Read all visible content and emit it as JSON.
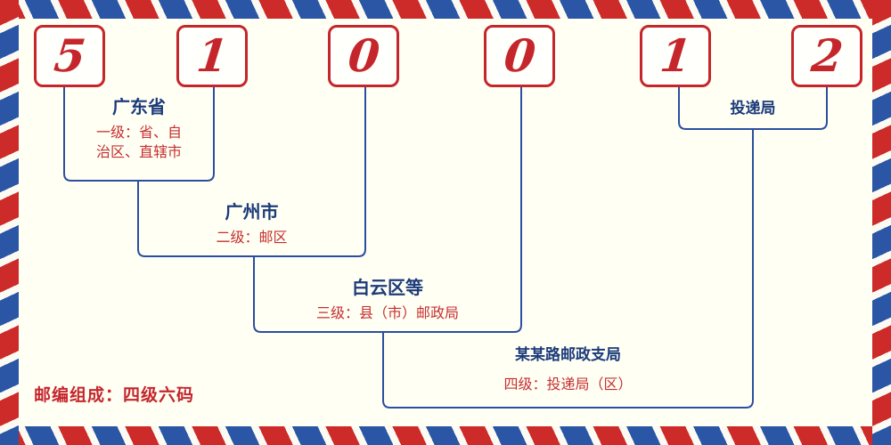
{
  "postal_code": {
    "value": "510012",
    "digits": [
      "5",
      "1",
      "0",
      "0",
      "1",
      "2"
    ]
  },
  "levels": {
    "level1": {
      "title": "广东省",
      "desc_lines": [
        "一级：省、自",
        "治区、直辖市"
      ]
    },
    "level2": {
      "title": "广州市",
      "desc": "二级：邮区"
    },
    "level3": {
      "title": "白云区等",
      "desc": "三级：县（市）邮政局"
    },
    "level4": {
      "title": "某某路邮政支局",
      "desc": "四级：投递局（区）"
    },
    "delivery": {
      "title": "投递局"
    }
  },
  "footer": {
    "note": "邮编组成：四级六码"
  },
  "colors": {
    "digit_red": "#c5262c",
    "title_blue": "#1c3b7a",
    "desc_red": "#c62f2f",
    "line_blue": "#2b4ea0",
    "stripe_red": "#cd2a2a",
    "stripe_blue": "#2b55a5",
    "background": "#fffff4"
  }
}
